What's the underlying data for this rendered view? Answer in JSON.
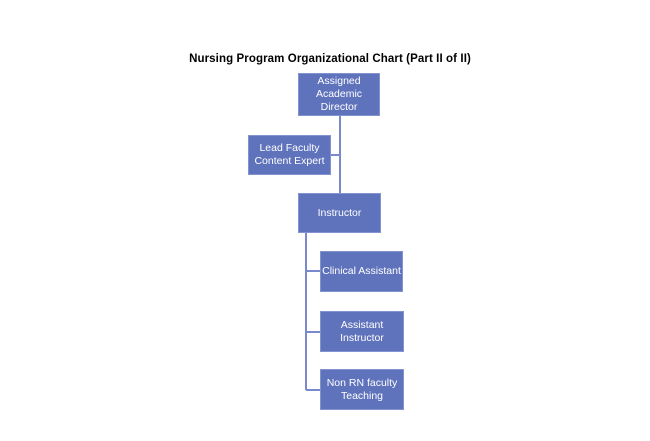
{
  "title": {
    "text": "Nursing Program Organizational Chart (Part II of II)"
  },
  "colors": {
    "box_fill": "#5f72bc",
    "box_border": "#8293cf",
    "box_text": "#ffffff",
    "connector": "#7a89cb",
    "title_text": "#000000",
    "background": "#ffffff"
  },
  "org_chart": {
    "nodes": [
      {
        "id": "assigned-academic-director",
        "label": "Assigned Academic Director",
        "reports_to": null
      },
      {
        "id": "lead-faculty-content-expert",
        "label": "Lead Faculty Content Expert",
        "reports_to": "assigned-academic-director"
      },
      {
        "id": "instructor",
        "label": "Instructor",
        "reports_to": "assigned-academic-director"
      },
      {
        "id": "clinical-assistant",
        "label": "Clinical Assistant",
        "reports_to": "instructor"
      },
      {
        "id": "assistant-instructor",
        "label": "Assistant Instructor",
        "reports_to": "instructor"
      },
      {
        "id": "non-rn-faculty-teaching",
        "label": "Non RN faculty Teaching",
        "reports_to": "instructor"
      }
    ]
  }
}
